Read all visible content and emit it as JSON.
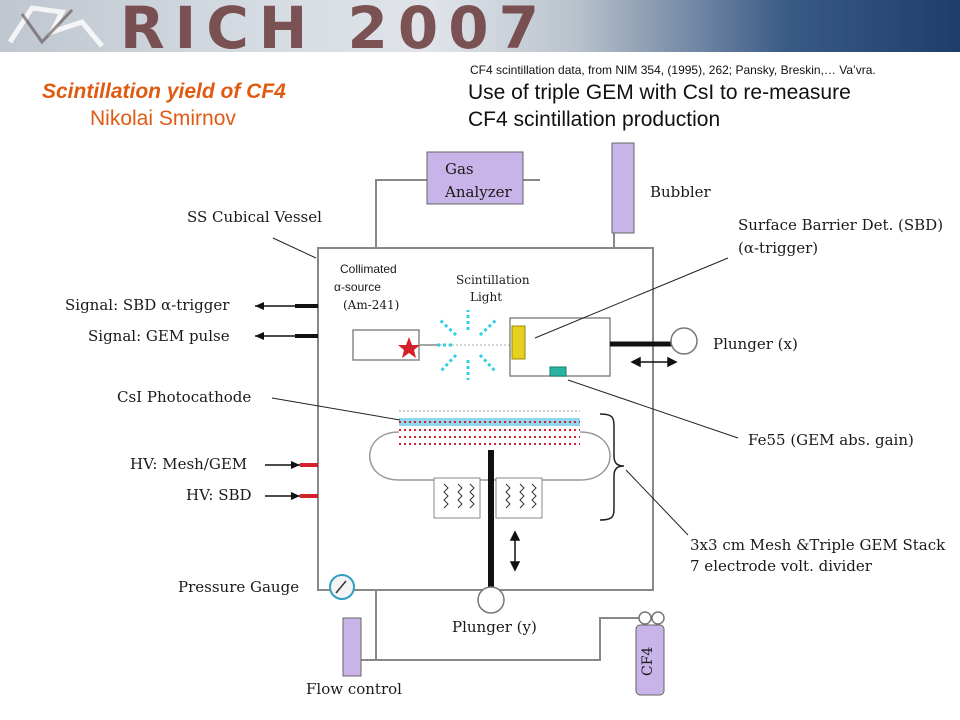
{
  "banner": {
    "logo": "RICH 2007"
  },
  "header": {
    "title": "Scintillation yield of CF4",
    "author": "Nikolai Smirnov",
    "citation": "CF4 scintillation data, from NIM 354, (1995), 262; Pansky, Breskin,… Va’vra.",
    "headline_line1": "Use of triple GEM with CsI to re-measure",
    "headline_line2": "CF4 scintillation production"
  },
  "labels": {
    "gas_analyzer_1": "Gas",
    "gas_analyzer_2": "Analyzer",
    "bubbler": "Bubbler",
    "ss_vessel": "SS Cubical Vessel",
    "sbd_1": "Surface Barrier Det. (SBD)",
    "sbd_2": "(α-trigger)",
    "collimated_1": "Collimated",
    "collimated_2": "α-source",
    "collimated_3": "(Am-241)",
    "scint_1": "Scintillation",
    "scint_2": "Light",
    "signal_sbd": "Signal: SBD α-trigger",
    "signal_gem": "Signal: GEM pulse",
    "plunger_x": "Plunger (x)",
    "csi": "CsI Photocathode",
    "fe55": "Fe55 (GEM abs. gain)",
    "hv_mesh": "HV: Mesh/GEM",
    "hv_sbd": "HV: SBD",
    "stack_1": "3x3 cm Mesh &Triple GEM Stack",
    "stack_2": "7 electrode volt. divider",
    "pressure_gauge": "Pressure Gauge",
    "plunger_y": "Plunger (y)",
    "cf4": "CF4",
    "flow_control": "Flow control"
  },
  "colors": {
    "title": "#e05a12",
    "lavender": "#c8b4e8",
    "hv_red": "#d4202a",
    "scint_cyan": "#2fd0e0",
    "sbd_yellow": "#e8d020",
    "fe55_teal": "#28b4a0"
  }
}
